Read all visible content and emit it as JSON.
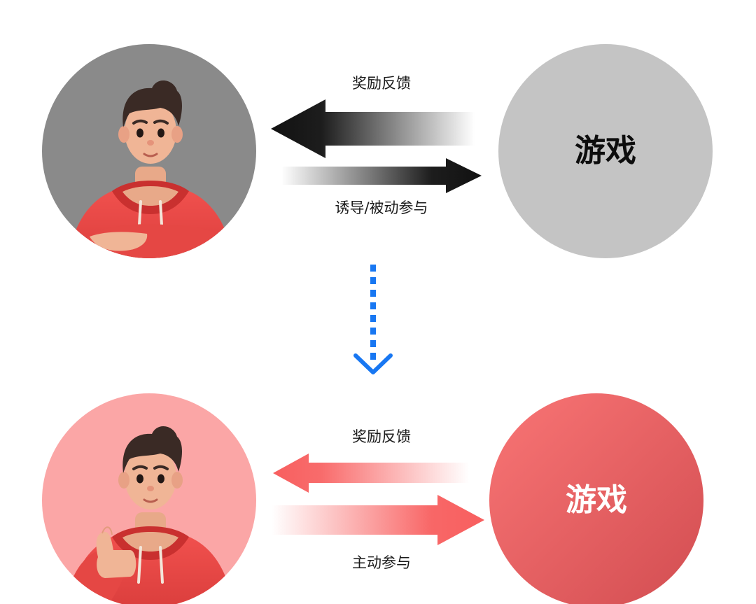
{
  "top_panel": {
    "reward_label": "奖励反馈",
    "induce_label": "诱导/被动参与",
    "game_label": "游戏",
    "colors": {
      "player_circle": "#8a8a8a",
      "game_circle": "#c4c4c4",
      "arrow": "#111111",
      "game_text": "#0d0d0d"
    }
  },
  "bottom_panel": {
    "reward_label": "奖励反馈",
    "active_label": "主动参与",
    "game_label": "游戏",
    "colors": {
      "player_circle": "#fba6a6",
      "game_circle_start": "#f76f6f",
      "game_circle_end": "#d64f52",
      "arrow": "#f85f5f",
      "game_text": "#ffffff"
    }
  },
  "transition": {
    "color": "#1877f2",
    "icon": "chevron-down-icon"
  }
}
